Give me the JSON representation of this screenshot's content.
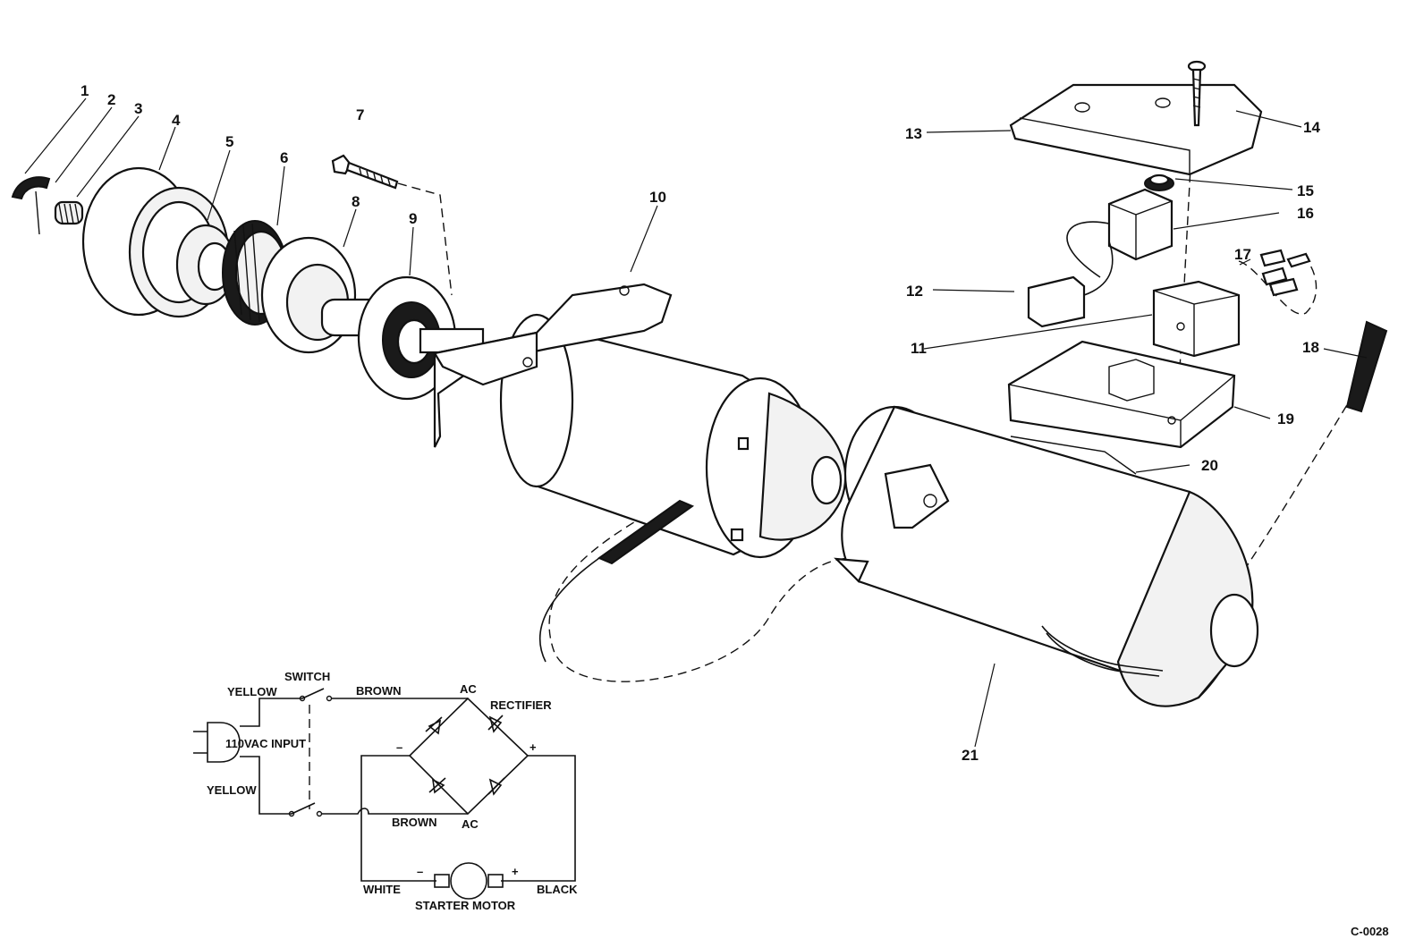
{
  "callouts": {
    "c1": "1",
    "c2": "2",
    "c3": "3",
    "c4": "4",
    "c5": "5",
    "c6": "6",
    "c7": "7",
    "c8": "8",
    "c9": "9",
    "c10": "10",
    "c11": "11",
    "c12": "12",
    "c13": "13",
    "c14": "14",
    "c15": "15",
    "c16": "16",
    "c17": "17",
    "c18": "18",
    "c19": "19",
    "c20": "20",
    "c21": "21"
  },
  "schematic": {
    "switch": "SWITCH",
    "yellow_top": "YELLOW",
    "yellow_bottom": "YELLOW",
    "input": "110VAC INPUT",
    "brown_top": "BROWN",
    "brown_bottom": "BROWN",
    "ac_top": "AC",
    "ac_bottom": "AC",
    "rectifier": "RECTIFIER",
    "minus": "–",
    "plus": "+",
    "motor_minus": "–",
    "motor_plus": "+",
    "white": "WHITE",
    "black": "BLACK",
    "motor": "STARTER MOTOR"
  },
  "drawing_number": "C-0028"
}
